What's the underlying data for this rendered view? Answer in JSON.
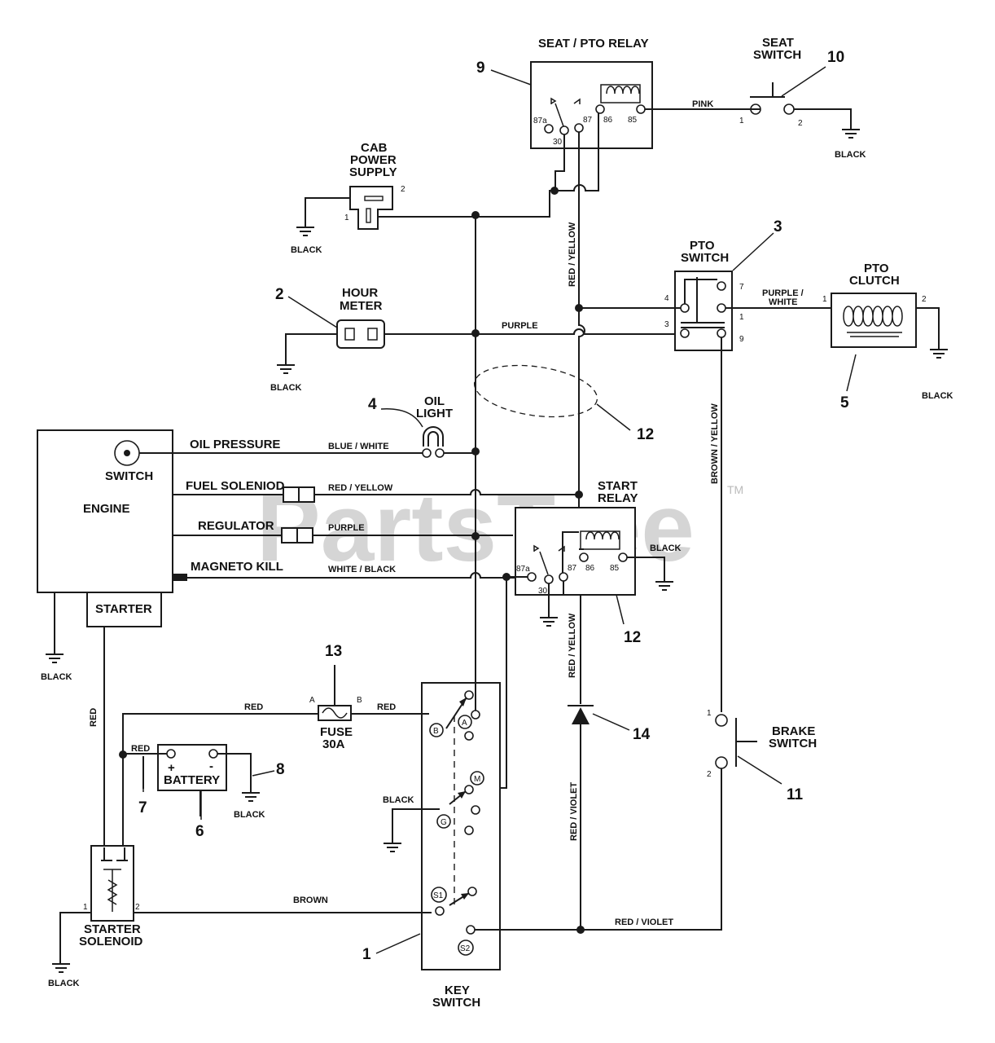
{
  "watermark": {
    "text": "PartsTree",
    "trademark": "TM"
  },
  "components": {
    "seat_pto_relay": "SEAT / PTO RELAY",
    "seat_switch": [
      "SEAT",
      "SWITCH"
    ],
    "cab_power_supply": [
      "CAB",
      "POWER",
      "SUPPLY"
    ],
    "pto_switch": [
      "PTO",
      "SWITCH"
    ],
    "pto_clutch": [
      "PTO",
      "CLUTCH"
    ],
    "hour_meter": [
      "HOUR",
      "METER"
    ],
    "oil_light": [
      "OIL",
      "LIGHT"
    ],
    "start_relay": [
      "START",
      "RELAY"
    ],
    "engine": "ENGINE",
    "engine_switch": "SWITCH",
    "starter": "STARTER",
    "fuse": [
      "FUSE",
      "30A"
    ],
    "battery": "BATTERY",
    "brake_switch": [
      "BRAKE",
      "SWITCH"
    ],
    "starter_solenoid": [
      "STARTER",
      "SOLENOID"
    ],
    "key_switch": [
      "KEY",
      "SWITCH"
    ]
  },
  "engine_lines": {
    "oil_pressure": "OIL PRESSURE",
    "fuel_solenoid": "FUEL SOLENIOD",
    "regulator": "REGULATOR",
    "magneto_kill": "MAGNETO KILL"
  },
  "wires": {
    "pink": "PINK",
    "purple": "PURPLE",
    "purple_white": [
      "PURPLE /",
      "WHITE"
    ],
    "red_yellow": "RED / YELLOW",
    "brown_yellow": "BROWN / YELLOW",
    "blue_white": "BLUE / WHITE",
    "white_black": "WHITE / BLACK",
    "red": "RED",
    "brown": "BROWN",
    "red_violet": "RED / VIOLET",
    "black": "BLACK"
  },
  "pins": {
    "relay": [
      "87a",
      "30",
      "87",
      "86",
      "85"
    ],
    "pto": [
      "4",
      "3",
      "7",
      "1",
      "9"
    ],
    "one": "1",
    "two": "2",
    "fuse_a": "A",
    "fuse_b": "B",
    "plus": "+",
    "minus": "-",
    "key": [
      "A",
      "B",
      "M",
      "G",
      "S1",
      "S2"
    ]
  },
  "callouts": [
    "1",
    "2",
    "3",
    "4",
    "5",
    "6",
    "7",
    "8",
    "9",
    "10",
    "11",
    "12",
    "12",
    "13",
    "14"
  ]
}
